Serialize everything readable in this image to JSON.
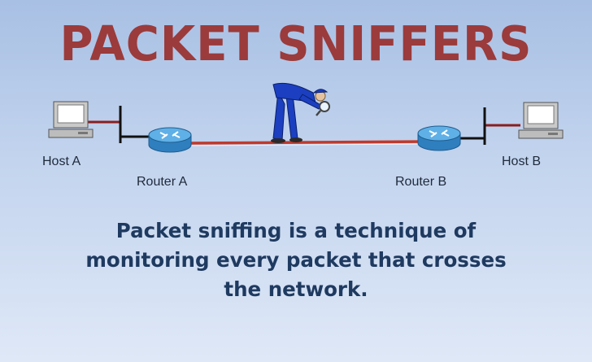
{
  "title": "PACKET SNIFFERS",
  "nodes": {
    "host_a": "Host A",
    "router_a": "Router A",
    "router_b": "Router B",
    "host_b": "Host B"
  },
  "description": {
    "line1": "Packet sniffing is a technique of",
    "line2": "monitoring every packet that crosses",
    "line3": "the network."
  },
  "colors": {
    "title": "#9b3b3b",
    "description": "#1f3a60",
    "link": "#c0392b",
    "router": "#3a8fcf",
    "sniffer": "#1b3fc0"
  },
  "icons": [
    "computer-icon",
    "router-icon",
    "sniffer-figure-icon",
    "magnifier-icon"
  ]
}
